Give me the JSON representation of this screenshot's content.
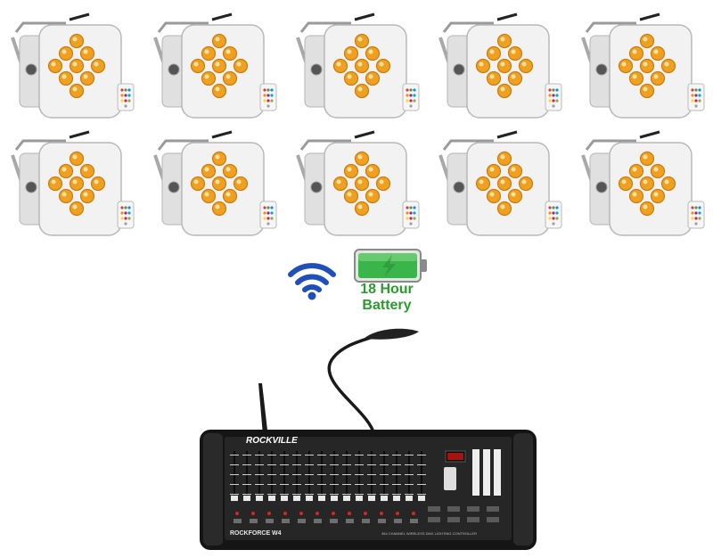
{
  "fixtures": {
    "count": 10,
    "body_color": "#f2f2f2",
    "led_color": "#f0a020",
    "icon": "par-light-with-remote"
  },
  "battery": {
    "caption_line1": "18 Hour",
    "caption_line2": "Battery",
    "fill_color": "#39b54a",
    "icon": "charging-battery-icon"
  },
  "wireless": {
    "icon": "wifi-icon",
    "color": "#1f4fb8"
  },
  "controller": {
    "brand": "ROCKVILLE",
    "model": "ROCKFORCE W4",
    "subtitle": "384 CHANNEL WIRELESS DMX LIGHTING CONTROLLER",
    "icon": "dmx-controller"
  }
}
